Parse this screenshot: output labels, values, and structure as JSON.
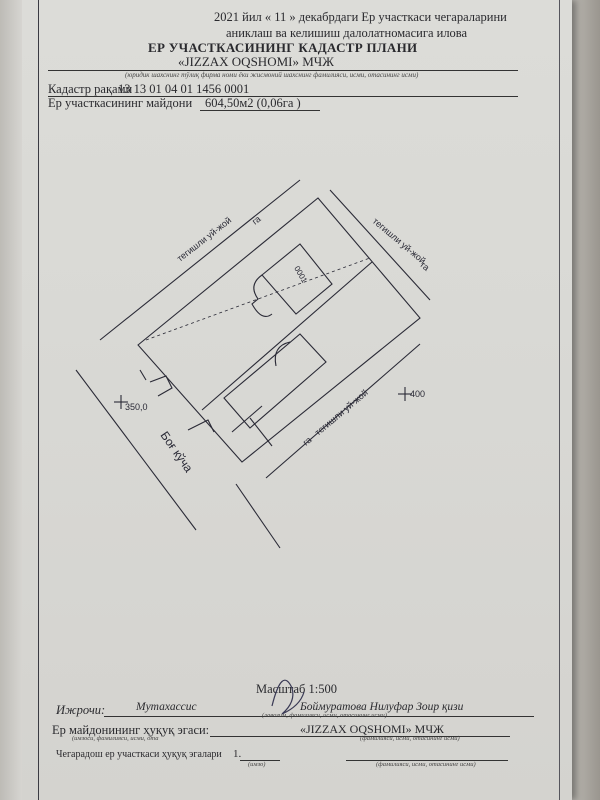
{
  "header": {
    "line1": "2021 йил « 11 » декабрдаги Ер участкаси чегараларини",
    "line2": "аниклаш ва келишиш далолатномасига илова",
    "title": "ЕР УЧАСТКАСИНИНГ КАДАСТР ПЛАНИ",
    "org": "«JIZZAX OQSHOMI» МЧЖ",
    "org_caption": "(юридик шахснинг тўлиқ фирма номи ёки жисмоний шахснинг фамилияси, исми, отасининг исми)"
  },
  "cadastre": {
    "label": "Кадастр рақами",
    "number": "13 13 01 04 01 1456 0001",
    "area_label": "Ер участкасининг майдони",
    "area_value": "604,50м2  (0,06га )"
  },
  "plan": {
    "neighbor_top": "тегишли уй-жой",
    "neighbor_top_ga": "га",
    "neighbor_right": "тегишли уй-жой",
    "neighbor_right_ga": "га",
    "neighbor_bottom": "тегишли уй-жой",
    "neighbor_bottom_ga": "га",
    "street": "Боғ кўча",
    "building_id": "0001",
    "coord_left": "350,0",
    "coord_right": "400"
  },
  "footer": {
    "scale": "Масштаб 1:500",
    "executor_label": "Ижрочи:",
    "executor_position": "Мутахассис",
    "executor_name": "Боймуратова Нилуфар Зоир қизи",
    "executor_caption": "(лавозим, фамилияси, исми, отасининг исми)",
    "owner_label": "Ер майдонининг ҳуқуқ эгаси:",
    "owner_value": "«JIZZAX OQSHOMI» МЧЖ",
    "owner_caption_left": "(имзоси, фамилияси, исми, ота",
    "owner_caption_right": "(фамилияси, исми, отасининг исми)",
    "neighbors_label": "Чегарадош ер участкаси ҳуқуқ эгалари",
    "neighbors_num": "1.",
    "sign_caption": "(имзо)",
    "name_caption": "(фамилияси, исми, отасининг исми)"
  }
}
